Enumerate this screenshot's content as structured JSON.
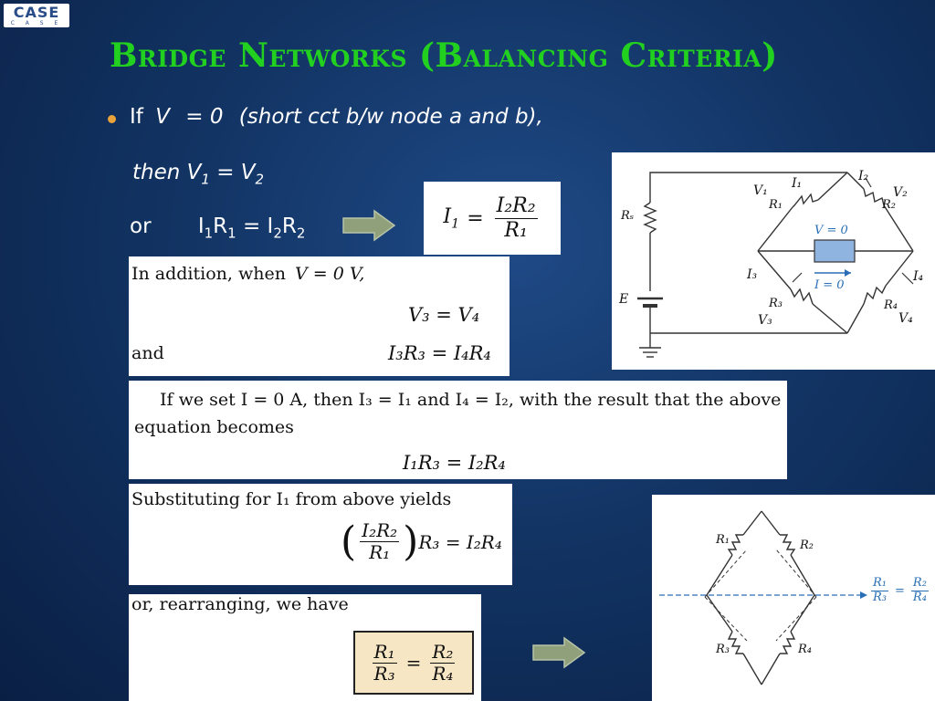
{
  "logo": {
    "main": "CASE",
    "sub": "C A S E"
  },
  "title": "Bridge Networks (Balancing Criteria)",
  "bullet": {
    "if": "If",
    "v": "V",
    "cond": "= 0",
    "desc": "(short cct b/w node a and b),"
  },
  "line2": {
    "text": "then V",
    "s1": "1",
    "eq": " = V",
    "s2": "2"
  },
  "line3": {
    "or": "or",
    "a": "I",
    "as": "1",
    "b": "R",
    "bs": "1",
    "eq": " = I",
    "cs": "2",
    "d": "R",
    "ds": "2"
  },
  "formula1": {
    "lhs": "I",
    "lhs_sub": "1",
    "num": "I₂R₂",
    "den": "R₁"
  },
  "box1": {
    "line1": "In addition, when",
    "line1_math": "V = 0 V,",
    "eq1": "V₃ = V₄",
    "and": "and",
    "eq2": "I₃R₃ = I₄R₄"
  },
  "box2": {
    "text": "If we set I = 0 A, then I₃ = I₁ and I₄ = I₂, with the result that the above equation becomes",
    "eq": "I₁R₃ = I₂R₄"
  },
  "box3": {
    "text": "Substituting for I₁ from above yields",
    "num": "I₂R₂",
    "den": "R₁",
    "rest": "R₃ = I₂R₄"
  },
  "box4": {
    "text": "or, rearranging, we have",
    "lnum": "R₁",
    "lden": "R₃",
    "rnum": "R₂",
    "rden": "R₄"
  },
  "circuit": {
    "rs": "Rₛ",
    "e": "E",
    "v1": "V₁",
    "i1": "I₁",
    "r1": "R₁",
    "i2": "I₂",
    "v2": "V₂",
    "r2": "R₂",
    "vzero": "V = 0",
    "izero": "I = 0",
    "i3": "I₃",
    "r3": "R₃",
    "v3": "V₃",
    "r4": "R₄",
    "i4": "I₄",
    "v4": "V₄"
  },
  "diamond": {
    "r1": "R₁",
    "r2": "R₂",
    "r3": "R₃",
    "r4": "R₄",
    "lnum": "R₁",
    "lden": "R₃",
    "rnum": "R₂",
    "rden": "R₄"
  },
  "colors": {
    "title": "#22d11f",
    "bullet": "#e8a33a",
    "arrow": "#8fa07a",
    "accent_blue": "#2a6fb5"
  }
}
